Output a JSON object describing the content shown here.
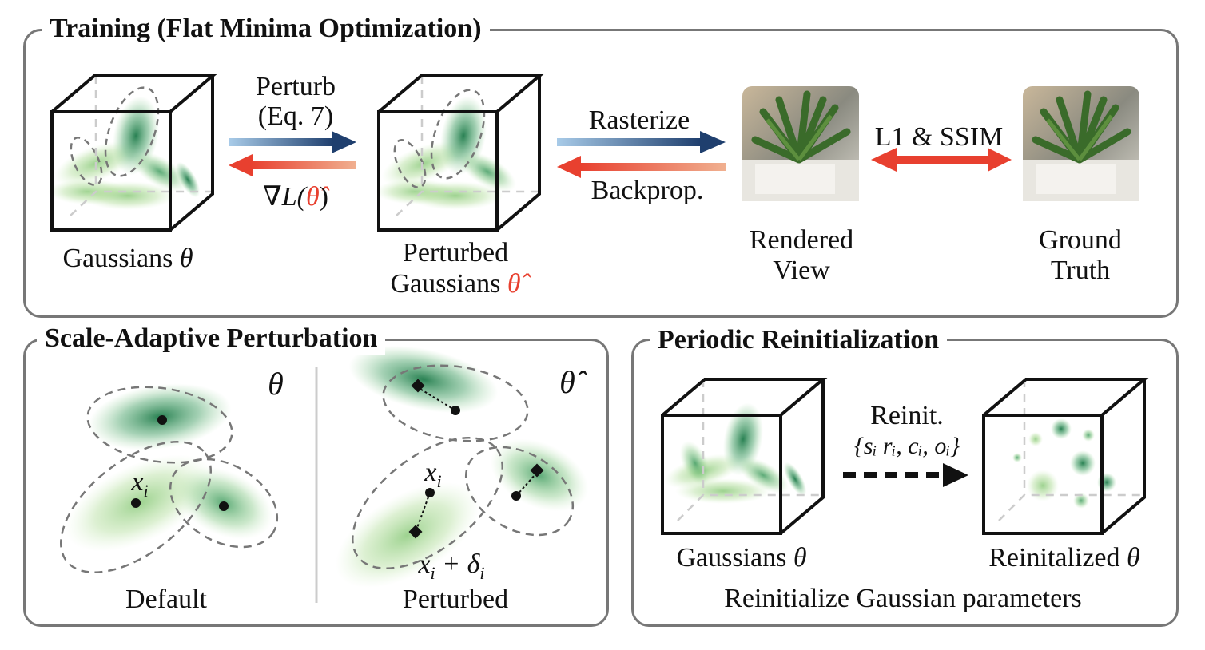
{
  "training": {
    "title": "Training (Flat Minima Optimization)",
    "perturb": "Perturb",
    "perturb_eq": "(Eq. 7)",
    "grad": "∇L(",
    "grad_theta": "θ̂",
    "grad_close": ")",
    "rasterize": "Rasterize",
    "backprop": "Backprop.",
    "loss": "L1 & SSIM",
    "gaussians_label": "Gaussians",
    "theta": "θ",
    "theta_hat": "θ̂",
    "perturbed_line1": "Perturbed",
    "perturbed_line2": "Gaussians",
    "rendered_line1": "Rendered",
    "rendered_line2": "View",
    "gt_line1": "Ground",
    "gt_line2": "Truth"
  },
  "scale_adaptive": {
    "title": "Scale-Adaptive Perturbation",
    "theta": "θ",
    "theta_hat": "θ̂",
    "xi": "x",
    "xi_sub": "i",
    "xi_delta": "x",
    "xi_delta_sub": "i",
    "plus": " + δ",
    "delta_sub": "i",
    "default_label": "Default",
    "perturbed_label": "Perturbed"
  },
  "periodic": {
    "title": "Periodic Reinitialization",
    "reinit": "Reinit.",
    "params": "{sᵢ rᵢ, cᵢ, oᵢ}",
    "gaussians_label": "Gaussians",
    "theta": "θ",
    "reinit_label": "Reinitalized",
    "caption": "Reinitialize Gaussian parameters"
  },
  "colors": {
    "panel_border": "#777777",
    "arrow_blue": "#1f3f6e",
    "arrow_red": "#e8402f",
    "gaussian_green": "#2e8b57"
  }
}
